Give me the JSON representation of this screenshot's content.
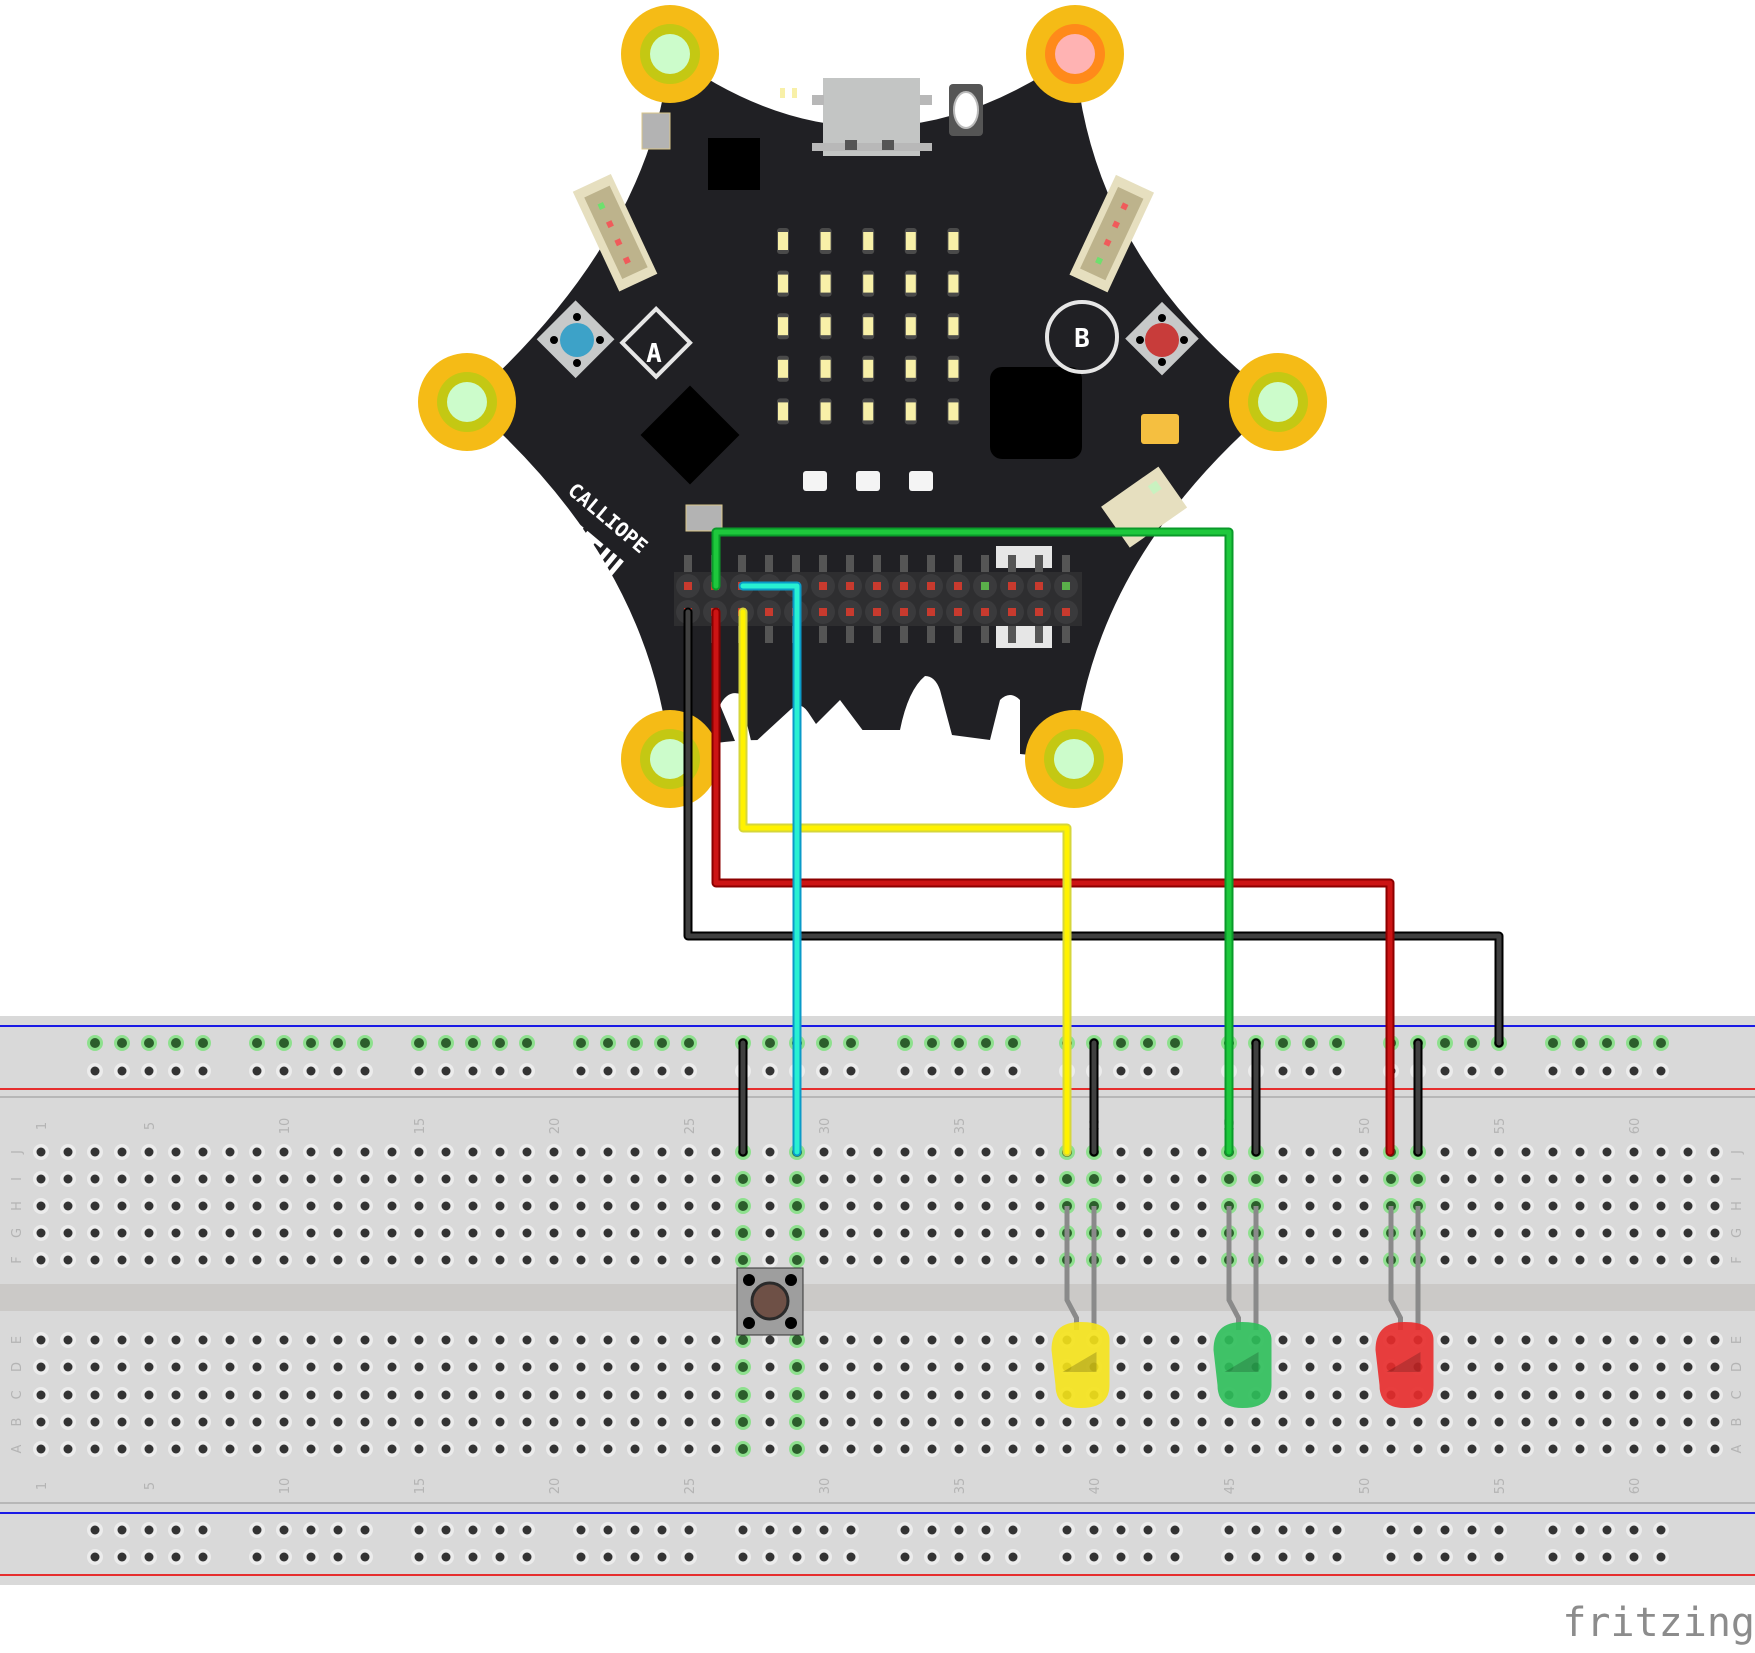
{
  "app": {
    "watermark": "fritzing"
  },
  "board": {
    "name": "Calliope mini",
    "logo_line1": "CALLIOPE",
    "logo_line2": "mini",
    "button_a_label": "A",
    "button_b_label": "B",
    "led_matrix": {
      "rows": 5,
      "cols": 5
    },
    "rgb_leds": 3,
    "header_pins_per_row": 15,
    "colors": {
      "pcb": "#202024",
      "pad": "#f5bb16",
      "pad_ring": "#c4c813",
      "pad_center": "#ccfccb",
      "pad_center_power": "#ffb3b3",
      "pad_ring_power": "#ff8a1a",
      "button_a": "#3da2c8",
      "button_b": "#c83c3a",
      "matrix_led": "#f8f0a8"
    }
  },
  "breadboard": {
    "columns": 63,
    "row_letters_top": [
      "J",
      "I",
      "H",
      "G",
      "F"
    ],
    "row_letters_bottom": [
      "E",
      "D",
      "C",
      "B",
      "A"
    ],
    "column_labels": [
      "1",
      "5",
      "10",
      "15",
      "20",
      "25",
      "30",
      "35",
      "40",
      "45",
      "50",
      "55",
      "60"
    ],
    "rail_groups_start_columns": [
      3,
      9,
      15,
      21,
      27,
      33,
      39,
      45,
      51,
      57
    ],
    "colors": {
      "body": "#d9d9d9",
      "hole": "#333333",
      "hole_ring": "#ececec",
      "active_hole": "#2c5e2c",
      "active_glow": "#8ee08e",
      "rail_blue": "#1a1ae6",
      "rail_red": "#e62e2e"
    }
  },
  "components": {
    "pushbutton": {
      "name": "Pushbutton",
      "columns": [
        27,
        29
      ],
      "cap_color": "#6e5046"
    },
    "leds": [
      {
        "name": "Yellow LED",
        "color": "#f5e31a",
        "anode_column": 39,
        "cathode_column": 40
      },
      {
        "name": "Green LED",
        "color": "#2ebf5a",
        "anode_column": 45,
        "cathode_column": 46
      },
      {
        "name": "Red LED",
        "color": "#e82b2b",
        "anode_column": 51,
        "cathode_column": 52
      }
    ]
  },
  "wires": [
    {
      "name": "black-gnd-wire",
      "color": "#404040",
      "from": "header bottom pin 1",
      "to": "rail column 55"
    },
    {
      "name": "red-wire",
      "color": "#cc1414",
      "from": "header bottom pin 2",
      "to": "row J column 51"
    },
    {
      "name": "yellow-wire",
      "color": "#fff200",
      "from": "header bottom pin 3",
      "to": "row J column 39"
    },
    {
      "name": "cyan-wire",
      "color": "#28f0d2",
      "from": "header top pin 3",
      "to": "row J column 29"
    },
    {
      "name": "green-wire",
      "color": "#1ec83c",
      "from": "header top pin 2",
      "to": "row J column 45"
    },
    {
      "name": "jumper-27",
      "color": "#404040",
      "from": "rail column 27",
      "to": "row J column 27"
    },
    {
      "name": "jumper-40",
      "color": "#404040",
      "from": "rail column 40",
      "to": "row J column 40"
    },
    {
      "name": "jumper-46",
      "color": "#404040",
      "from": "rail column 46",
      "to": "row J column 46"
    },
    {
      "name": "jumper-52",
      "color": "#404040",
      "from": "rail column 52",
      "to": "row J column 52"
    }
  ]
}
